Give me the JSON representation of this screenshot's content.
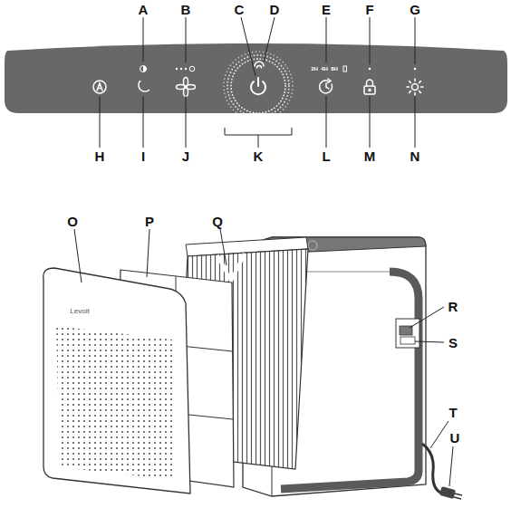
{
  "diagram": {
    "labels": [
      "A",
      "B",
      "C",
      "D",
      "E",
      "F",
      "G",
      "H",
      "I",
      "J",
      "K",
      "L",
      "M",
      "N",
      "O",
      "P",
      "Q",
      "R",
      "S",
      "T",
      "U",
      "2H",
      "4H",
      "8H",
      "Levoit"
    ]
  }
}
